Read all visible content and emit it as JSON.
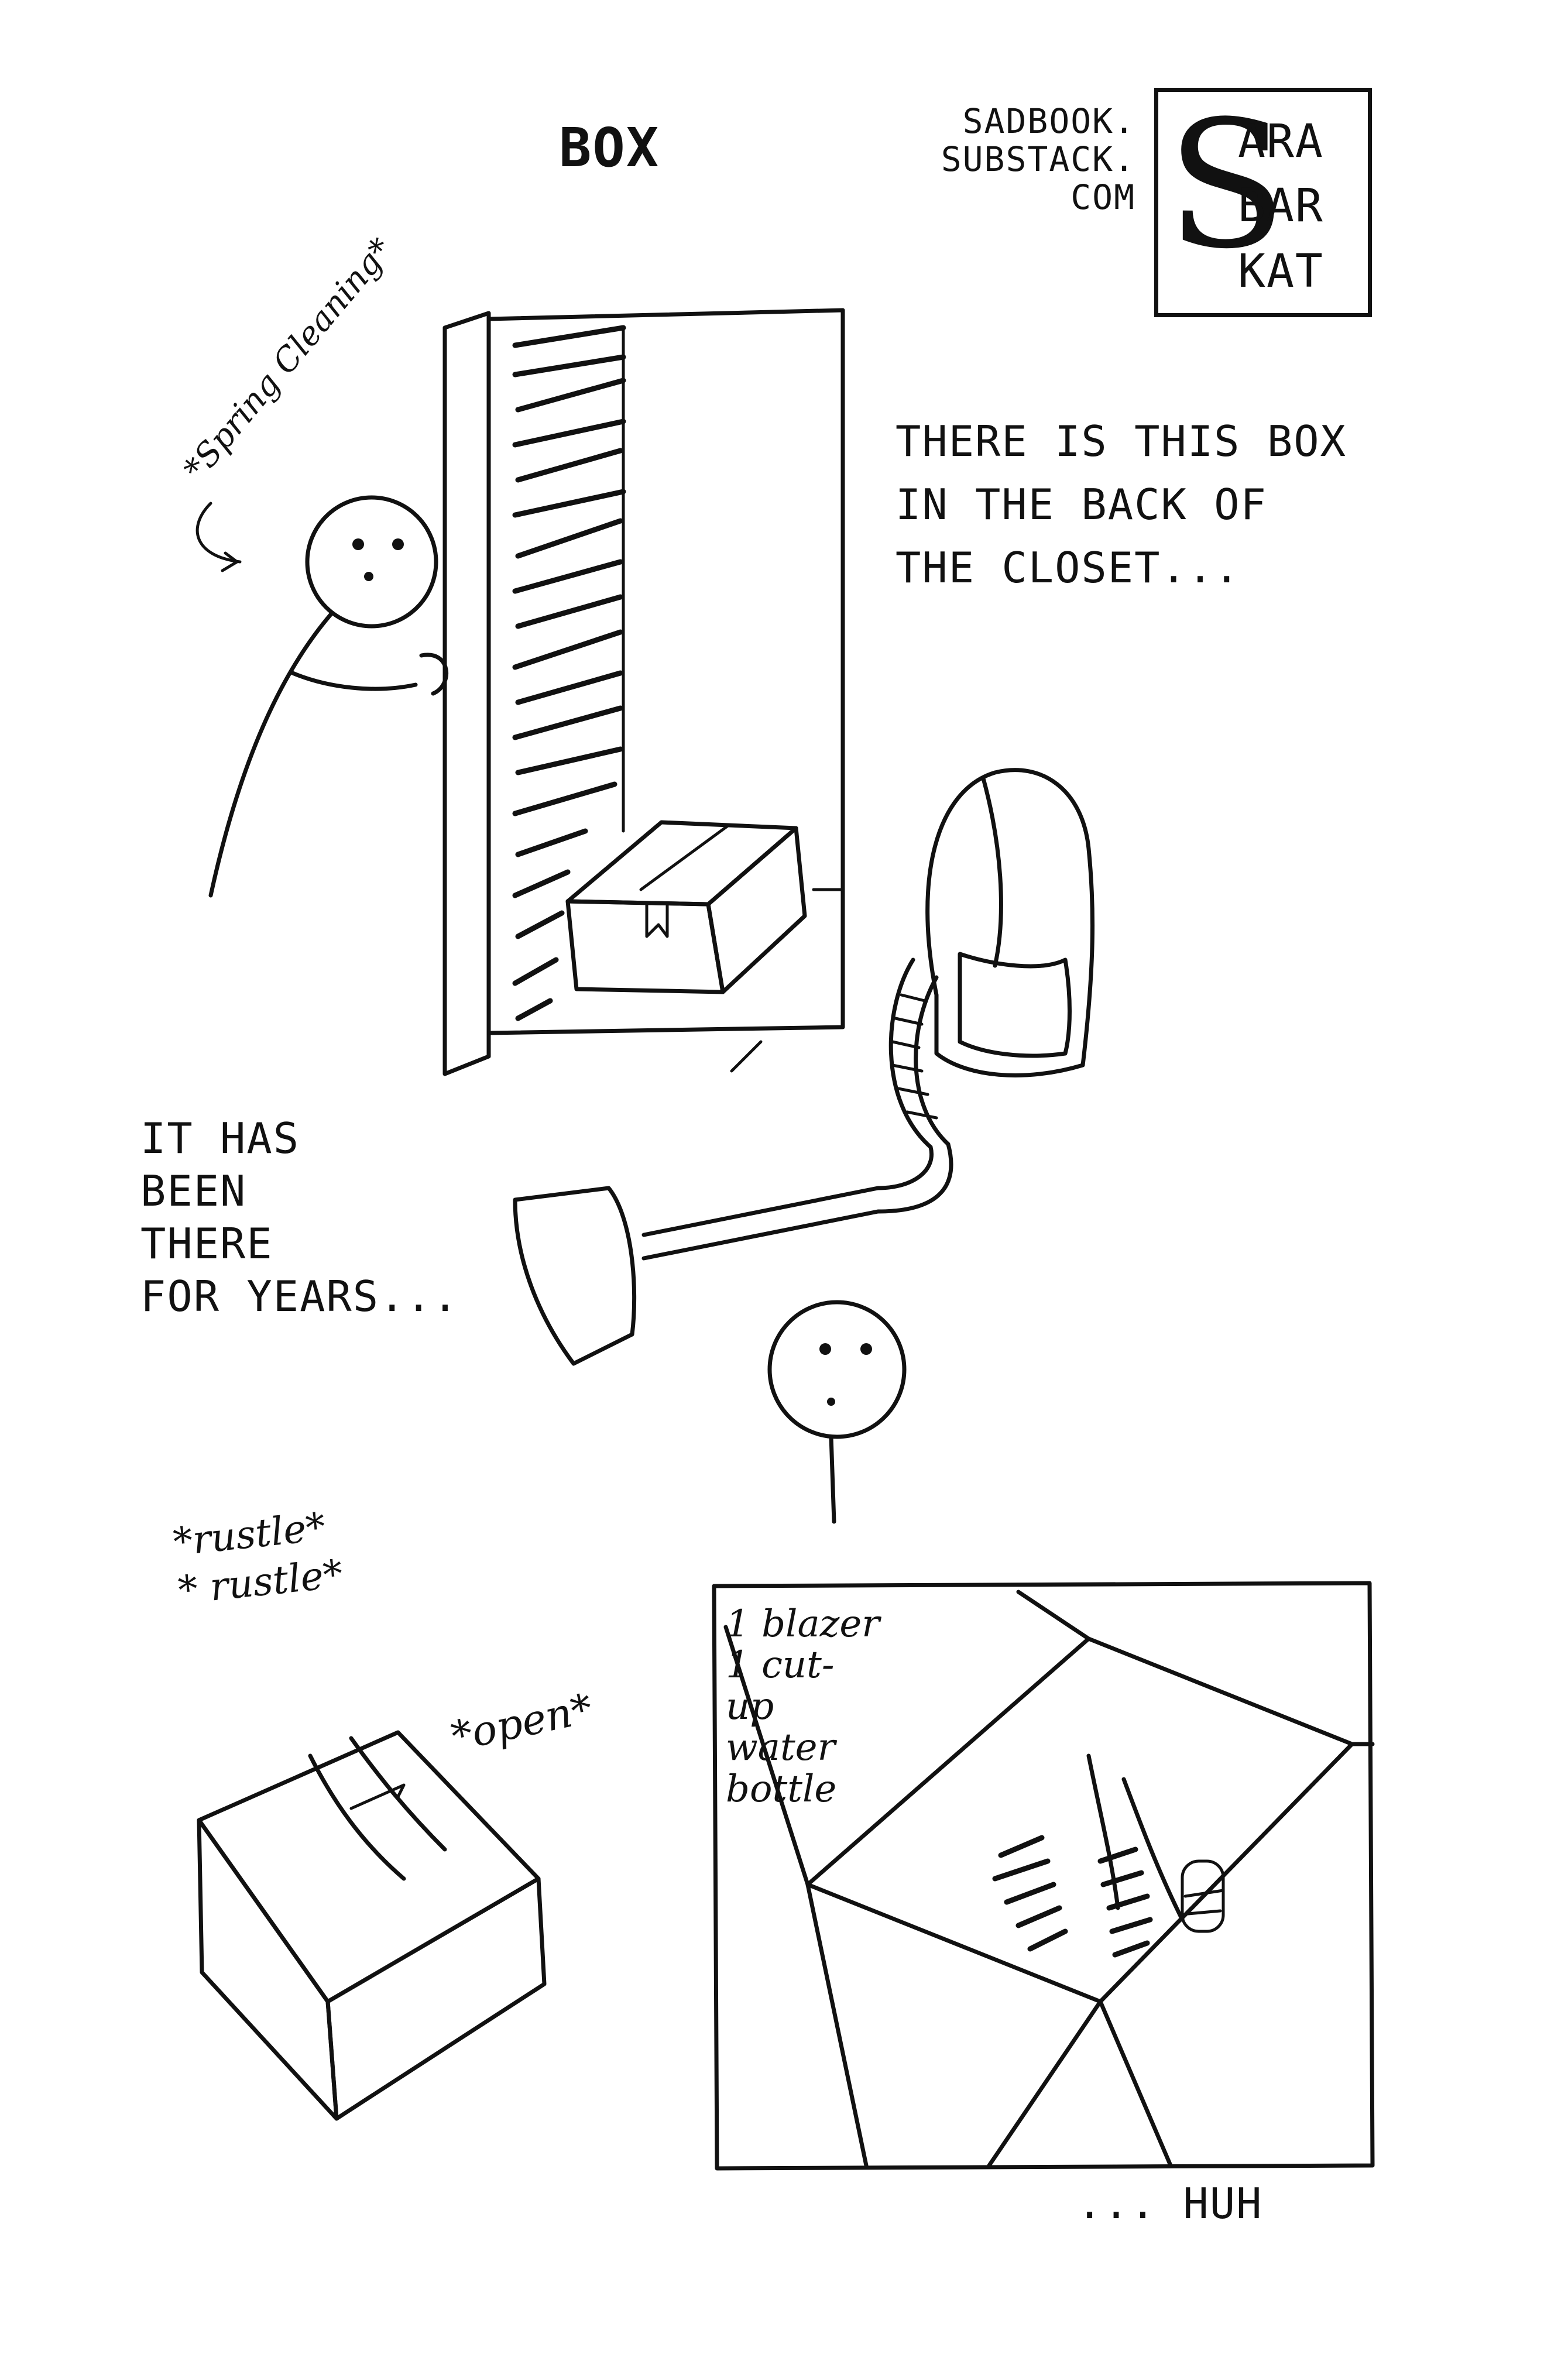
{
  "title": "BOX",
  "site": "SADBOOK.\nSUBSTACK.\nCOM",
  "logo": {
    "letter": "S",
    "lines": [
      "ARA",
      "BAR",
      "KAT"
    ]
  },
  "panel1": {
    "annotation": "*Spring Cleaning*",
    "caption": "THERE IS THIS BOX\nIN THE BACK OF\nTHE CLOSET..."
  },
  "panel2": {
    "caption": "IT HAS\nBEEN\nTHERE\nFOR YEARS..."
  },
  "panel3": {
    "sound": "*rustle*\n* rustle*",
    "action": "*open*"
  },
  "panel4": {
    "contents": "1 blazer\n1 cut-\nup\nwater\nbottle",
    "reaction": "... HUH"
  }
}
